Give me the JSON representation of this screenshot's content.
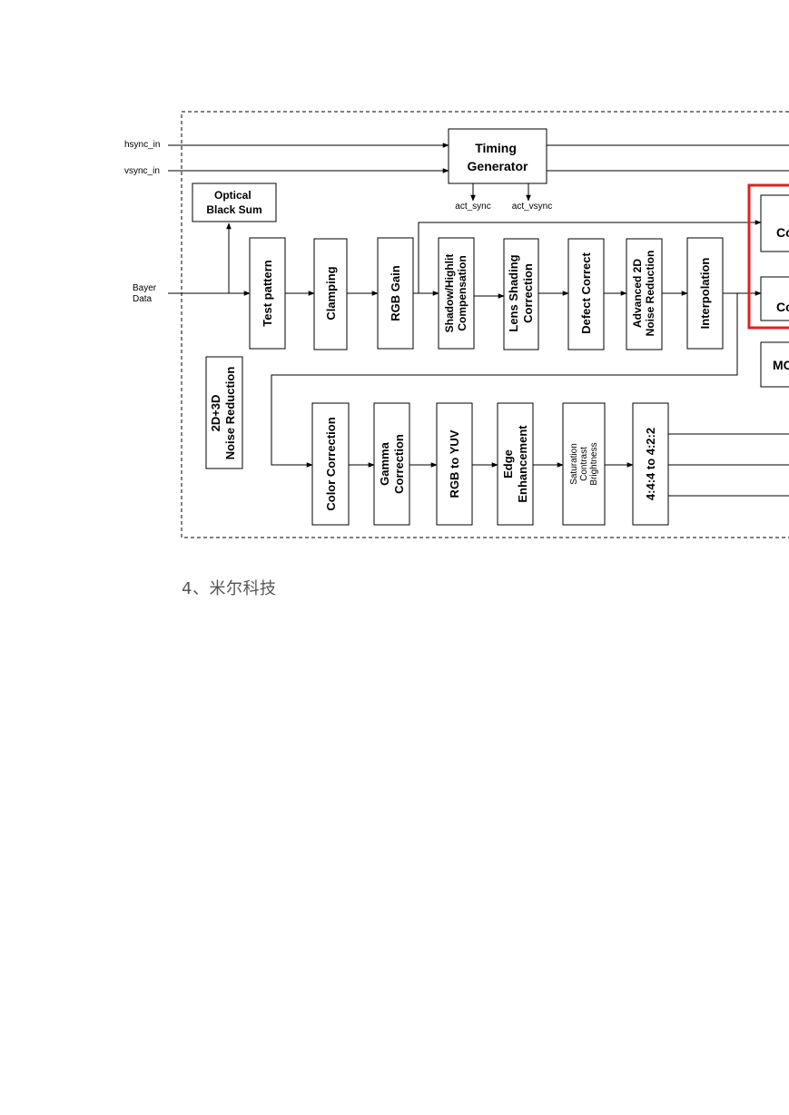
{
  "signals": {
    "hsync_in": "hsync_in",
    "vsync_in": "vsync_in",
    "act_sync": "act_sync",
    "act_vsync": "act_vsync",
    "bayer_line1": "Bayer",
    "bayer_line2": "Data"
  },
  "blocks": {
    "timing_generator": [
      "Timing",
      "Generator"
    ],
    "optical_black_sum": [
      "Optical",
      "Black Sum"
    ],
    "noise_reduction_2d3d": [
      "2D+3D",
      "Noise Reduction"
    ],
    "row1": [
      {
        "id": "test-pattern",
        "lines": [
          "Test  pattern"
        ]
      },
      {
        "id": "clamping",
        "lines": [
          "Clamping"
        ]
      },
      {
        "id": "rgb-gain",
        "lines": [
          "RGB Gain"
        ]
      },
      {
        "id": "shadow-highlight",
        "lines": [
          "Shadow/Highlit",
          "Compensation"
        ]
      },
      {
        "id": "lens-shading",
        "lines": [
          "Lens Shading",
          "Correction"
        ]
      },
      {
        "id": "defect-correct",
        "lines": [
          "Defect Correct"
        ]
      },
      {
        "id": "advanced-2d-nr",
        "lines": [
          "Advanced 2D",
          "Noise Reduction"
        ]
      },
      {
        "id": "interpolation",
        "lines": [
          "Interpolation"
        ]
      }
    ],
    "row2": [
      {
        "id": "color-correction",
        "lines": [
          "Color Correction"
        ]
      },
      {
        "id": "gamma-correction",
        "lines": [
          "Gamma",
          "Correction"
        ]
      },
      {
        "id": "rgb-to-yuv",
        "lines": [
          "RGB to YUV"
        ]
      },
      {
        "id": "edge-enhancement",
        "lines": [
          "Edge",
          "Enhancement"
        ]
      },
      {
        "id": "saturation-contrast-brightness",
        "lines": [
          "Saturation",
          "Contrast",
          "Brightness"
        ]
      },
      {
        "id": "444-to-422",
        "lines": [
          "4:4:4 to 4:2:2"
        ]
      }
    ],
    "clipped_right": [
      "Co",
      "Co",
      "MC"
    ]
  },
  "caption": "4、米尔科技"
}
